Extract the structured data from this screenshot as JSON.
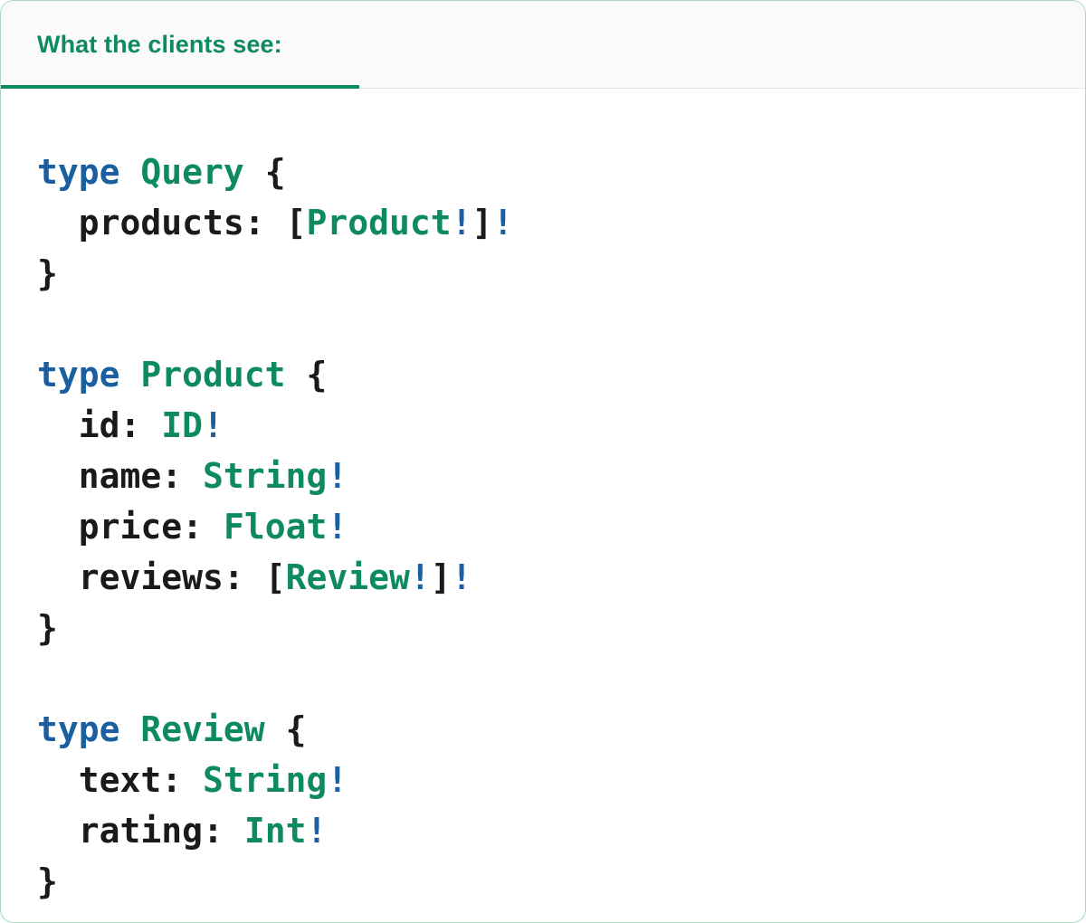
{
  "card": {
    "border_color": "#a9d6c0",
    "background": "#ffffff"
  },
  "header": {
    "title": "What the clients see:",
    "accent_color": "#0d8a5f",
    "background": "#fafafa",
    "divider_color": "#e4e4e4"
  },
  "theme": {
    "keyword_color": "#1a5fa0",
    "type_color": "#0e8a5f",
    "bang_color": "#1a5fa0",
    "punctuation_color": "#1a1a1a",
    "field_color": "#1a1a1a"
  },
  "code": {
    "language": "graphql",
    "lines": [
      {
        "id": "query-open",
        "tokens": [
          {
            "text": "type",
            "kind": "keyword"
          },
          {
            "text": " ",
            "kind": "plain"
          },
          {
            "text": "Query",
            "kind": "type"
          },
          {
            "text": " ",
            "kind": "plain"
          },
          {
            "text": "{",
            "kind": "punct"
          }
        ]
      },
      {
        "id": "query-products",
        "tokens": [
          {
            "text": "  ",
            "kind": "plain"
          },
          {
            "text": "products:",
            "kind": "field"
          },
          {
            "text": " ",
            "kind": "plain"
          },
          {
            "text": "[",
            "kind": "punct"
          },
          {
            "text": "Product",
            "kind": "type"
          },
          {
            "text": "!",
            "kind": "bang"
          },
          {
            "text": "]",
            "kind": "punct"
          },
          {
            "text": "!",
            "kind": "bang"
          }
        ]
      },
      {
        "id": "query-close",
        "tokens": [
          {
            "text": "}",
            "kind": "punct"
          }
        ]
      },
      {
        "id": "blank-1",
        "tokens": []
      },
      {
        "id": "product-open",
        "tokens": [
          {
            "text": "type",
            "kind": "keyword"
          },
          {
            "text": " ",
            "kind": "plain"
          },
          {
            "text": "Product",
            "kind": "type"
          },
          {
            "text": " ",
            "kind": "plain"
          },
          {
            "text": "{",
            "kind": "punct"
          }
        ]
      },
      {
        "id": "product-id",
        "tokens": [
          {
            "text": "  ",
            "kind": "plain"
          },
          {
            "text": "id:",
            "kind": "field"
          },
          {
            "text": " ",
            "kind": "plain"
          },
          {
            "text": "ID",
            "kind": "type"
          },
          {
            "text": "!",
            "kind": "bang"
          }
        ]
      },
      {
        "id": "product-name",
        "tokens": [
          {
            "text": "  ",
            "kind": "plain"
          },
          {
            "text": "name:",
            "kind": "field"
          },
          {
            "text": " ",
            "kind": "plain"
          },
          {
            "text": "String",
            "kind": "type"
          },
          {
            "text": "!",
            "kind": "bang"
          }
        ]
      },
      {
        "id": "product-price",
        "tokens": [
          {
            "text": "  ",
            "kind": "plain"
          },
          {
            "text": "price:",
            "kind": "field"
          },
          {
            "text": " ",
            "kind": "plain"
          },
          {
            "text": "Float",
            "kind": "type"
          },
          {
            "text": "!",
            "kind": "bang"
          }
        ]
      },
      {
        "id": "product-reviews",
        "tokens": [
          {
            "text": "  ",
            "kind": "plain"
          },
          {
            "text": "reviews:",
            "kind": "field"
          },
          {
            "text": " ",
            "kind": "plain"
          },
          {
            "text": "[",
            "kind": "punct"
          },
          {
            "text": "Review",
            "kind": "type"
          },
          {
            "text": "!",
            "kind": "bang"
          },
          {
            "text": "]",
            "kind": "punct"
          },
          {
            "text": "!",
            "kind": "bang"
          }
        ]
      },
      {
        "id": "product-close",
        "tokens": [
          {
            "text": "}",
            "kind": "punct"
          }
        ]
      },
      {
        "id": "blank-2",
        "tokens": []
      },
      {
        "id": "review-open",
        "tokens": [
          {
            "text": "type",
            "kind": "keyword"
          },
          {
            "text": " ",
            "kind": "plain"
          },
          {
            "text": "Review",
            "kind": "type"
          },
          {
            "text": " ",
            "kind": "plain"
          },
          {
            "text": "{",
            "kind": "punct"
          }
        ]
      },
      {
        "id": "review-text",
        "tokens": [
          {
            "text": "  ",
            "kind": "plain"
          },
          {
            "text": "text:",
            "kind": "field"
          },
          {
            "text": " ",
            "kind": "plain"
          },
          {
            "text": "String",
            "kind": "type"
          },
          {
            "text": "!",
            "kind": "bang"
          }
        ]
      },
      {
        "id": "review-rating",
        "tokens": [
          {
            "text": "  ",
            "kind": "plain"
          },
          {
            "text": "rating:",
            "kind": "field"
          },
          {
            "text": " ",
            "kind": "plain"
          },
          {
            "text": "Int",
            "kind": "type"
          },
          {
            "text": "!",
            "kind": "bang"
          }
        ]
      },
      {
        "id": "review-close",
        "tokens": [
          {
            "text": "}",
            "kind": "punct"
          }
        ]
      }
    ]
  }
}
